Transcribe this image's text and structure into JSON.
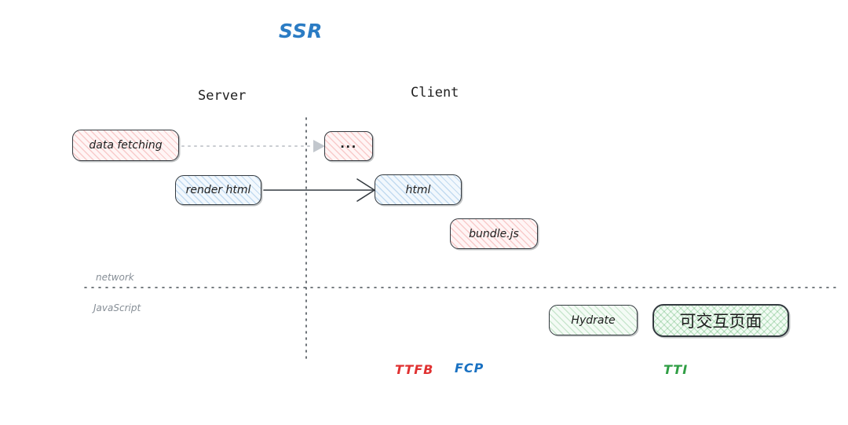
{
  "title": "SSR",
  "colors": {
    "title": "#2b7cc4",
    "ttfb": "#e03131",
    "fcp": "#1971c2",
    "tti": "#2f9e44",
    "stroke": "#343a40",
    "lane_label": "#868e96",
    "dotted_arrow": "#c9ccd1"
  },
  "columns": [
    {
      "label": "Server"
    },
    {
      "label": "Client"
    }
  ],
  "lanes": [
    {
      "label": "network"
    },
    {
      "label": "JavaScript"
    }
  ],
  "nodes": [
    {
      "label": "data fetching",
      "fill": "pink",
      "side": "server"
    },
    {
      "label": "...",
      "fill": "pink",
      "side": "client"
    },
    {
      "label": "render html",
      "fill": "blue",
      "side": "server"
    },
    {
      "label": "html",
      "fill": "blue",
      "side": "client"
    },
    {
      "label": "bundle.js",
      "fill": "pink",
      "side": "client"
    },
    {
      "label": "Hydrate",
      "fill": "green",
      "side": "client"
    },
    {
      "label": "可交互页面",
      "fill": "green-cross",
      "side": "client"
    }
  ],
  "metrics": [
    {
      "label": "TTFB",
      "color": "#e03131"
    },
    {
      "label": "FCP",
      "color": "#1971c2"
    },
    {
      "label": "TTI",
      "color": "#2f9e44"
    }
  ]
}
